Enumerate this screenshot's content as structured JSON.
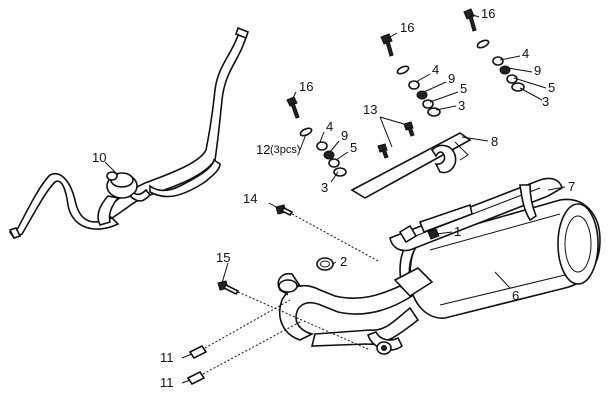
{
  "labels": {
    "l1": "1",
    "l2": "2",
    "l3a": "3",
    "l3b": "3",
    "l3c": "3",
    "l4a": "4",
    "l4b": "4",
    "l4c": "4",
    "l5a": "5",
    "l5b": "5",
    "l5c": "5",
    "l6": "6",
    "l7": "7",
    "l8": "8",
    "l9a": "9",
    "l9b": "9",
    "l9c": "9",
    "l10": "10",
    "l11a": "11",
    "l11b": "11",
    "l12": "12",
    "l12note": "(3pcs)",
    "l13": "13",
    "l14": "14",
    "l15": "15",
    "l16a": "16",
    "l16b": "16",
    "l16c": "16"
  },
  "colors": {
    "ink": "#111111",
    "background": "#ffffff"
  }
}
